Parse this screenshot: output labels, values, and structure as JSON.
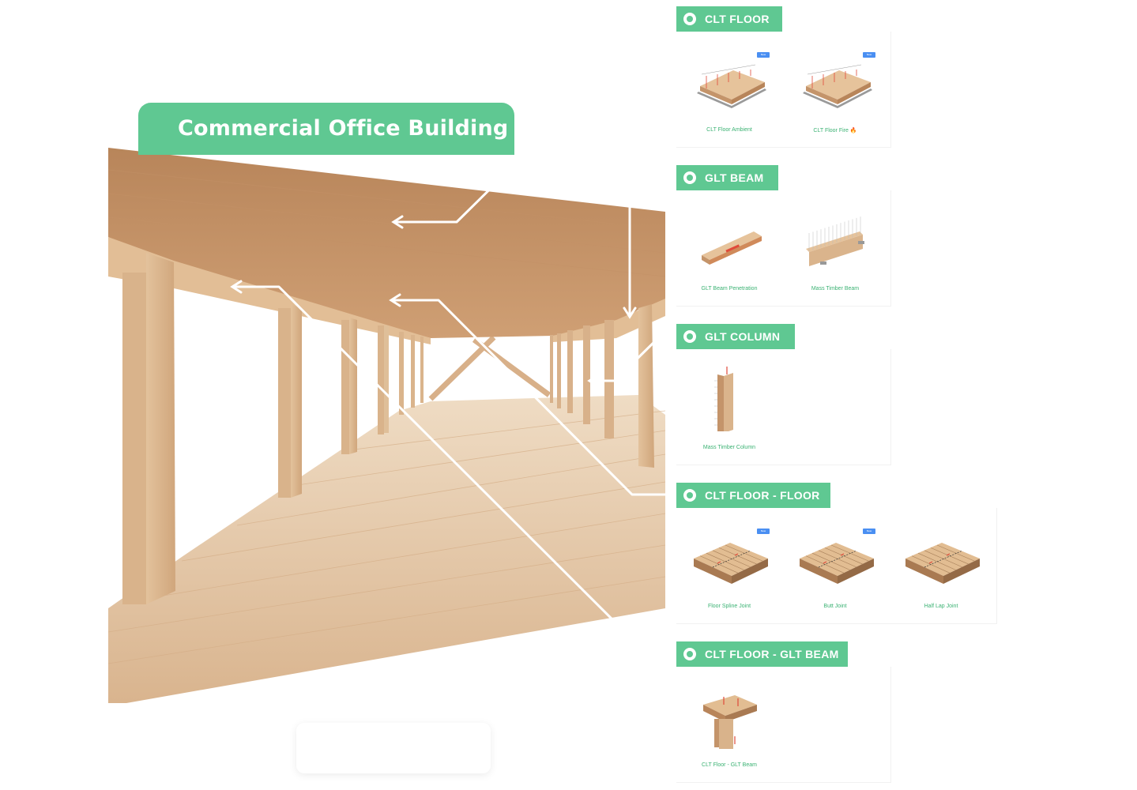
{
  "title": "Commercial Office Building",
  "colors": {
    "accent": "#5fc892",
    "label": "#3bb273",
    "wood_light": "#e8c9a4",
    "wood_mid": "#d3a57a",
    "wood_dark": "#b8855a",
    "badge": "#4a8ff2"
  },
  "sections": [
    {
      "heading": "CLT FLOOR",
      "items": [
        {
          "label": "CLT Floor Ambient",
          "icon": "clt-slab-icon",
          "badge": "New"
        },
        {
          "label": "CLT Floor Fire 🔥",
          "icon": "clt-slab-icon",
          "badge": "New"
        }
      ]
    },
    {
      "heading": "GLT BEAM",
      "items": [
        {
          "label": "GLT Beam Penetration",
          "icon": "glt-beam-icon"
        },
        {
          "label": "Mass Timber Beam",
          "icon": "timber-beam-icon"
        }
      ]
    },
    {
      "heading": "GLT COLUMN",
      "items": [
        {
          "label": "Mass Timber Column",
          "icon": "timber-column-icon"
        }
      ]
    },
    {
      "heading": "CLT FLOOR - FLOOR",
      "items": [
        {
          "label": "Floor Spline Joint",
          "icon": "panel-joint-icon",
          "badge": "New"
        },
        {
          "label": "Butt Joint",
          "icon": "panel-joint-icon",
          "badge": "New"
        },
        {
          "label": "Half Lap Joint",
          "icon": "panel-joint-icon"
        }
      ]
    },
    {
      "heading": "CLT FLOOR - GLT BEAM",
      "items": [
        {
          "label": "CLT Floor - GLT Beam",
          "icon": "floor-beam-connection-icon"
        }
      ]
    }
  ]
}
